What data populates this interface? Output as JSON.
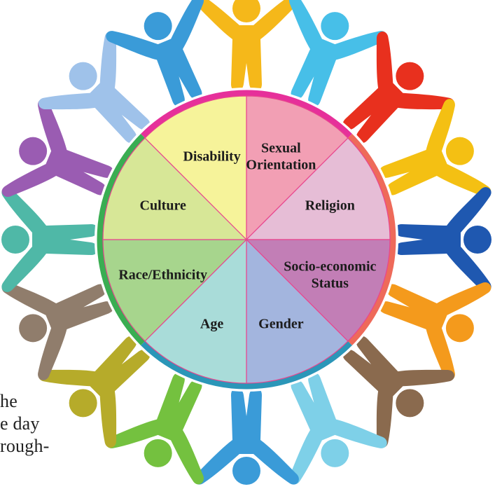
{
  "wheel": {
    "segments": [
      {
        "id": "sexual-orientation",
        "lines": [
          "Sexual",
          "Orientation"
        ],
        "fill": "#f29fb4"
      },
      {
        "id": "religion",
        "lines": [
          "Religion"
        ],
        "fill": "#e6bdd6"
      },
      {
        "id": "socio-economic-status",
        "lines": [
          "Socio-economic",
          "Status"
        ],
        "fill": "#c27eb6"
      },
      {
        "id": "gender",
        "lines": [
          "Gender"
        ],
        "fill": "#a3b5de"
      },
      {
        "id": "age",
        "lines": [
          "Age"
        ],
        "fill": "#a9dcd9"
      },
      {
        "id": "race-ethnicity",
        "lines": [
          "Race/Ethnicity"
        ],
        "fill": "#a7d58d"
      },
      {
        "id": "culture",
        "lines": [
          "Culture"
        ],
        "fill": "#d7e797"
      },
      {
        "id": "disability",
        "lines": [
          "Disability"
        ],
        "fill": "#f6f39a"
      }
    ],
    "rim_colors": [
      "#e6309a",
      "#ee6a5a",
      "#2b96b8",
      "#3aad52"
    ],
    "divider_color": "#e8468e"
  },
  "figures": {
    "colors": [
      "#f5b81a",
      "#47bfe8",
      "#e8301e",
      "#f4c013",
      "#1f58b0",
      "#f49a1c",
      "#8a6a4e",
      "#7ed0e8",
      "#3a9bd8",
      "#74c13f",
      "#b6ab2a",
      "#907d6c",
      "#4fb8a7",
      "#9a5cb2",
      "#9fc2ea",
      "#3a9bd8"
    ]
  },
  "page_text": {
    "line1": "he",
    "line2": "e day",
    "line3": "rough-"
  }
}
